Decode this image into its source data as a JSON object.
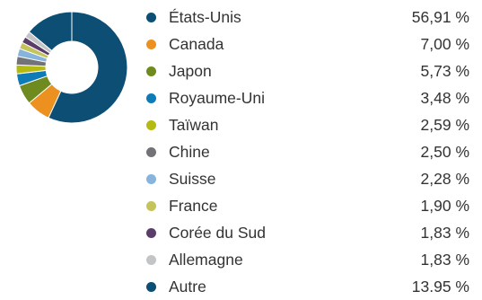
{
  "chart_data": {
    "type": "pie",
    "donut": true,
    "legend_position": "right",
    "categories": [
      "États-Unis",
      "Canada",
      "Japon",
      "Royaume-Uni",
      "Taïwan",
      "Chine",
      "Suisse",
      "France",
      "Corée du Sud",
      "Allemagne",
      "Autre"
    ],
    "values": [
      56.91,
      7.0,
      5.73,
      3.48,
      2.59,
      2.5,
      2.28,
      1.9,
      1.83,
      1.83,
      13.95
    ],
    "value_labels": [
      "56,91 %",
      "7,00 %",
      "5,73 %",
      "3,48 %",
      "2,59 %",
      "2,50 %",
      "2,28 %",
      "1,90 %",
      "1,83 %",
      "1,83 %",
      "13.95 %"
    ],
    "colors": [
      "#0c4e74",
      "#ec9020",
      "#6f8a1f",
      "#0e7bb7",
      "#b5ba12",
      "#727376",
      "#86b4dd",
      "#c5c45a",
      "#5b3d69",
      "#c3c4c6",
      "#0c4e74"
    ]
  }
}
